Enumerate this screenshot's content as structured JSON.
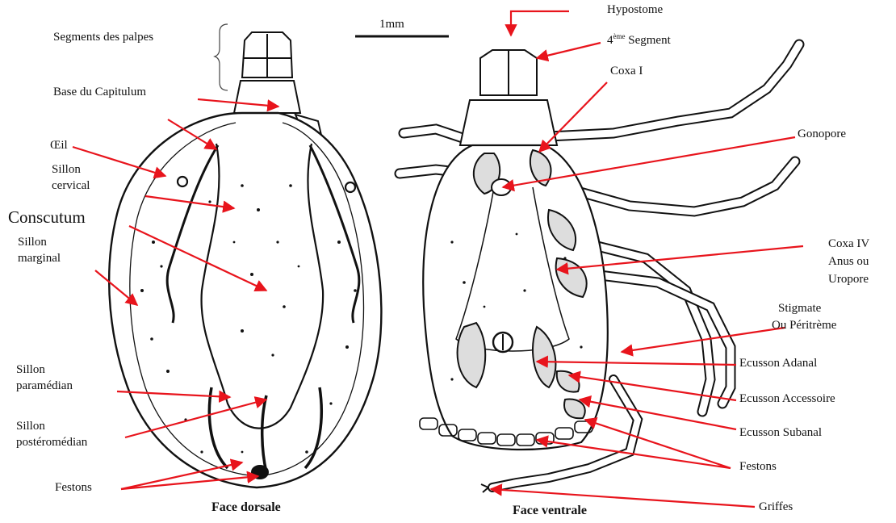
{
  "scale_bar": "1mm",
  "colors": {
    "arrow": "#e8141c",
    "ink": "#111111"
  },
  "dorsal": {
    "palp_segments": "Segments des palpes",
    "capitulum_base": "Base du Capitulum",
    "eye": "Œil",
    "cervical_1": "Sillon",
    "cervical_2": "cervical",
    "conscutum": "Conscutum",
    "marginal_1": "Sillon",
    "marginal_2": "marginal",
    "paramedian_1": "Sillon",
    "paramedian_2": "paramédian",
    "posteromedian_1": "Sillon",
    "posteromedian_2": "postéromédian",
    "festoons": "Festons",
    "caption": "Face dorsale"
  },
  "ventral": {
    "hypostome": "Hypostome",
    "segment_num": "4",
    "segment_sup": "ème",
    "segment_word": "Segment",
    "coxa1": "Coxa I",
    "gonopore": "Gonopore",
    "coxa4": "Coxa IV",
    "anus_1": "Anus ou",
    "anus_2": "Uropore",
    "stigmate_1": "Stigmate",
    "stigmate_2": "Ou Péritrème",
    "adanal": "Ecusson Adanal",
    "accessory": "Ecusson Accessoire",
    "subanal": "Ecusson Subanal",
    "festoons": "Festons",
    "claws": "Griffes",
    "caption": "Face ventrale"
  }
}
